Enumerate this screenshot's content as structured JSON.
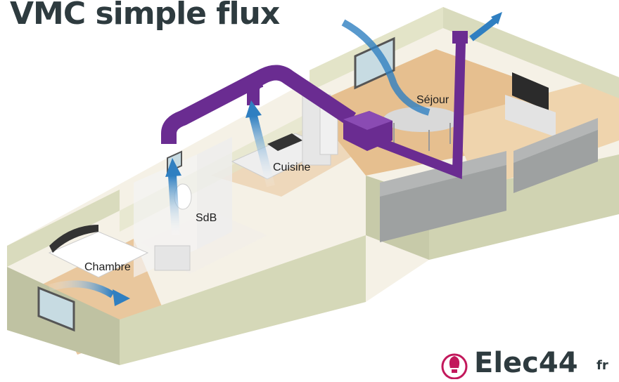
{
  "title": "VMC simple flux",
  "rooms": {
    "sejour": "Séjour",
    "cuisine": "Cuisine",
    "sdb": "SdB",
    "chambre": "Chambre"
  },
  "logo": {
    "text": "Elec44",
    "suffix": "fr"
  },
  "colors": {
    "duct": "#6a2c91",
    "airflow": "#2f7fc1",
    "logo_accent": "#c2185b",
    "wall": "#e9e8c8",
    "floor": "#e4bd8d"
  }
}
